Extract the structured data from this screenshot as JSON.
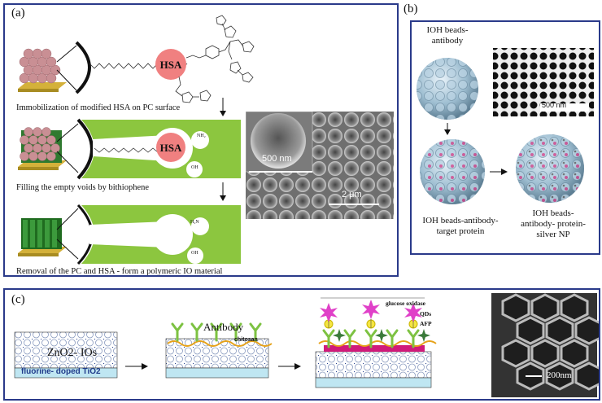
{
  "panel_a": {
    "label": "(a)",
    "hsa": "HSA",
    "step1": "Immobilization of modified HSA on PC surface",
    "step2": "Filling the empty voids by bithiophene",
    "step3": "Removal of the PC and HSA - form a polymeric IO material",
    "sem_scale1": "500 nm",
    "sem_scale2": "2 μm",
    "nh2": "NH₂",
    "oh": "OH",
    "h2n": "H₂N"
  },
  "panel_b": {
    "label": "(b)",
    "bead1": [
      "IOH beads-",
      "antibody"
    ],
    "bead2": [
      "IOH beads-antibody-",
      "target protein"
    ],
    "bead3": [
      "IOH beads-",
      "antibody- protein-",
      "silver NP"
    ],
    "sem_scale": "500 nm"
  },
  "panel_c": {
    "label": "(c)",
    "layer_top": "ZnO2- IOs",
    "layer_bottom": "fluorine- doped TiO2",
    "antibody": "Antibody",
    "chitosan": "chitosan",
    "legend": [
      "glucose oxidase",
      "QDs",
      "AFP"
    ],
    "sem_scale": "200nm"
  },
  "colors": {
    "frame": "#2a3a8a",
    "green": "#8cc63f",
    "hsa": "#f08080",
    "antibody": "#7dc242",
    "spheres": "#c98f94",
    "substrate": "#d4b13a",
    "tio2": "#bfe6f2"
  }
}
